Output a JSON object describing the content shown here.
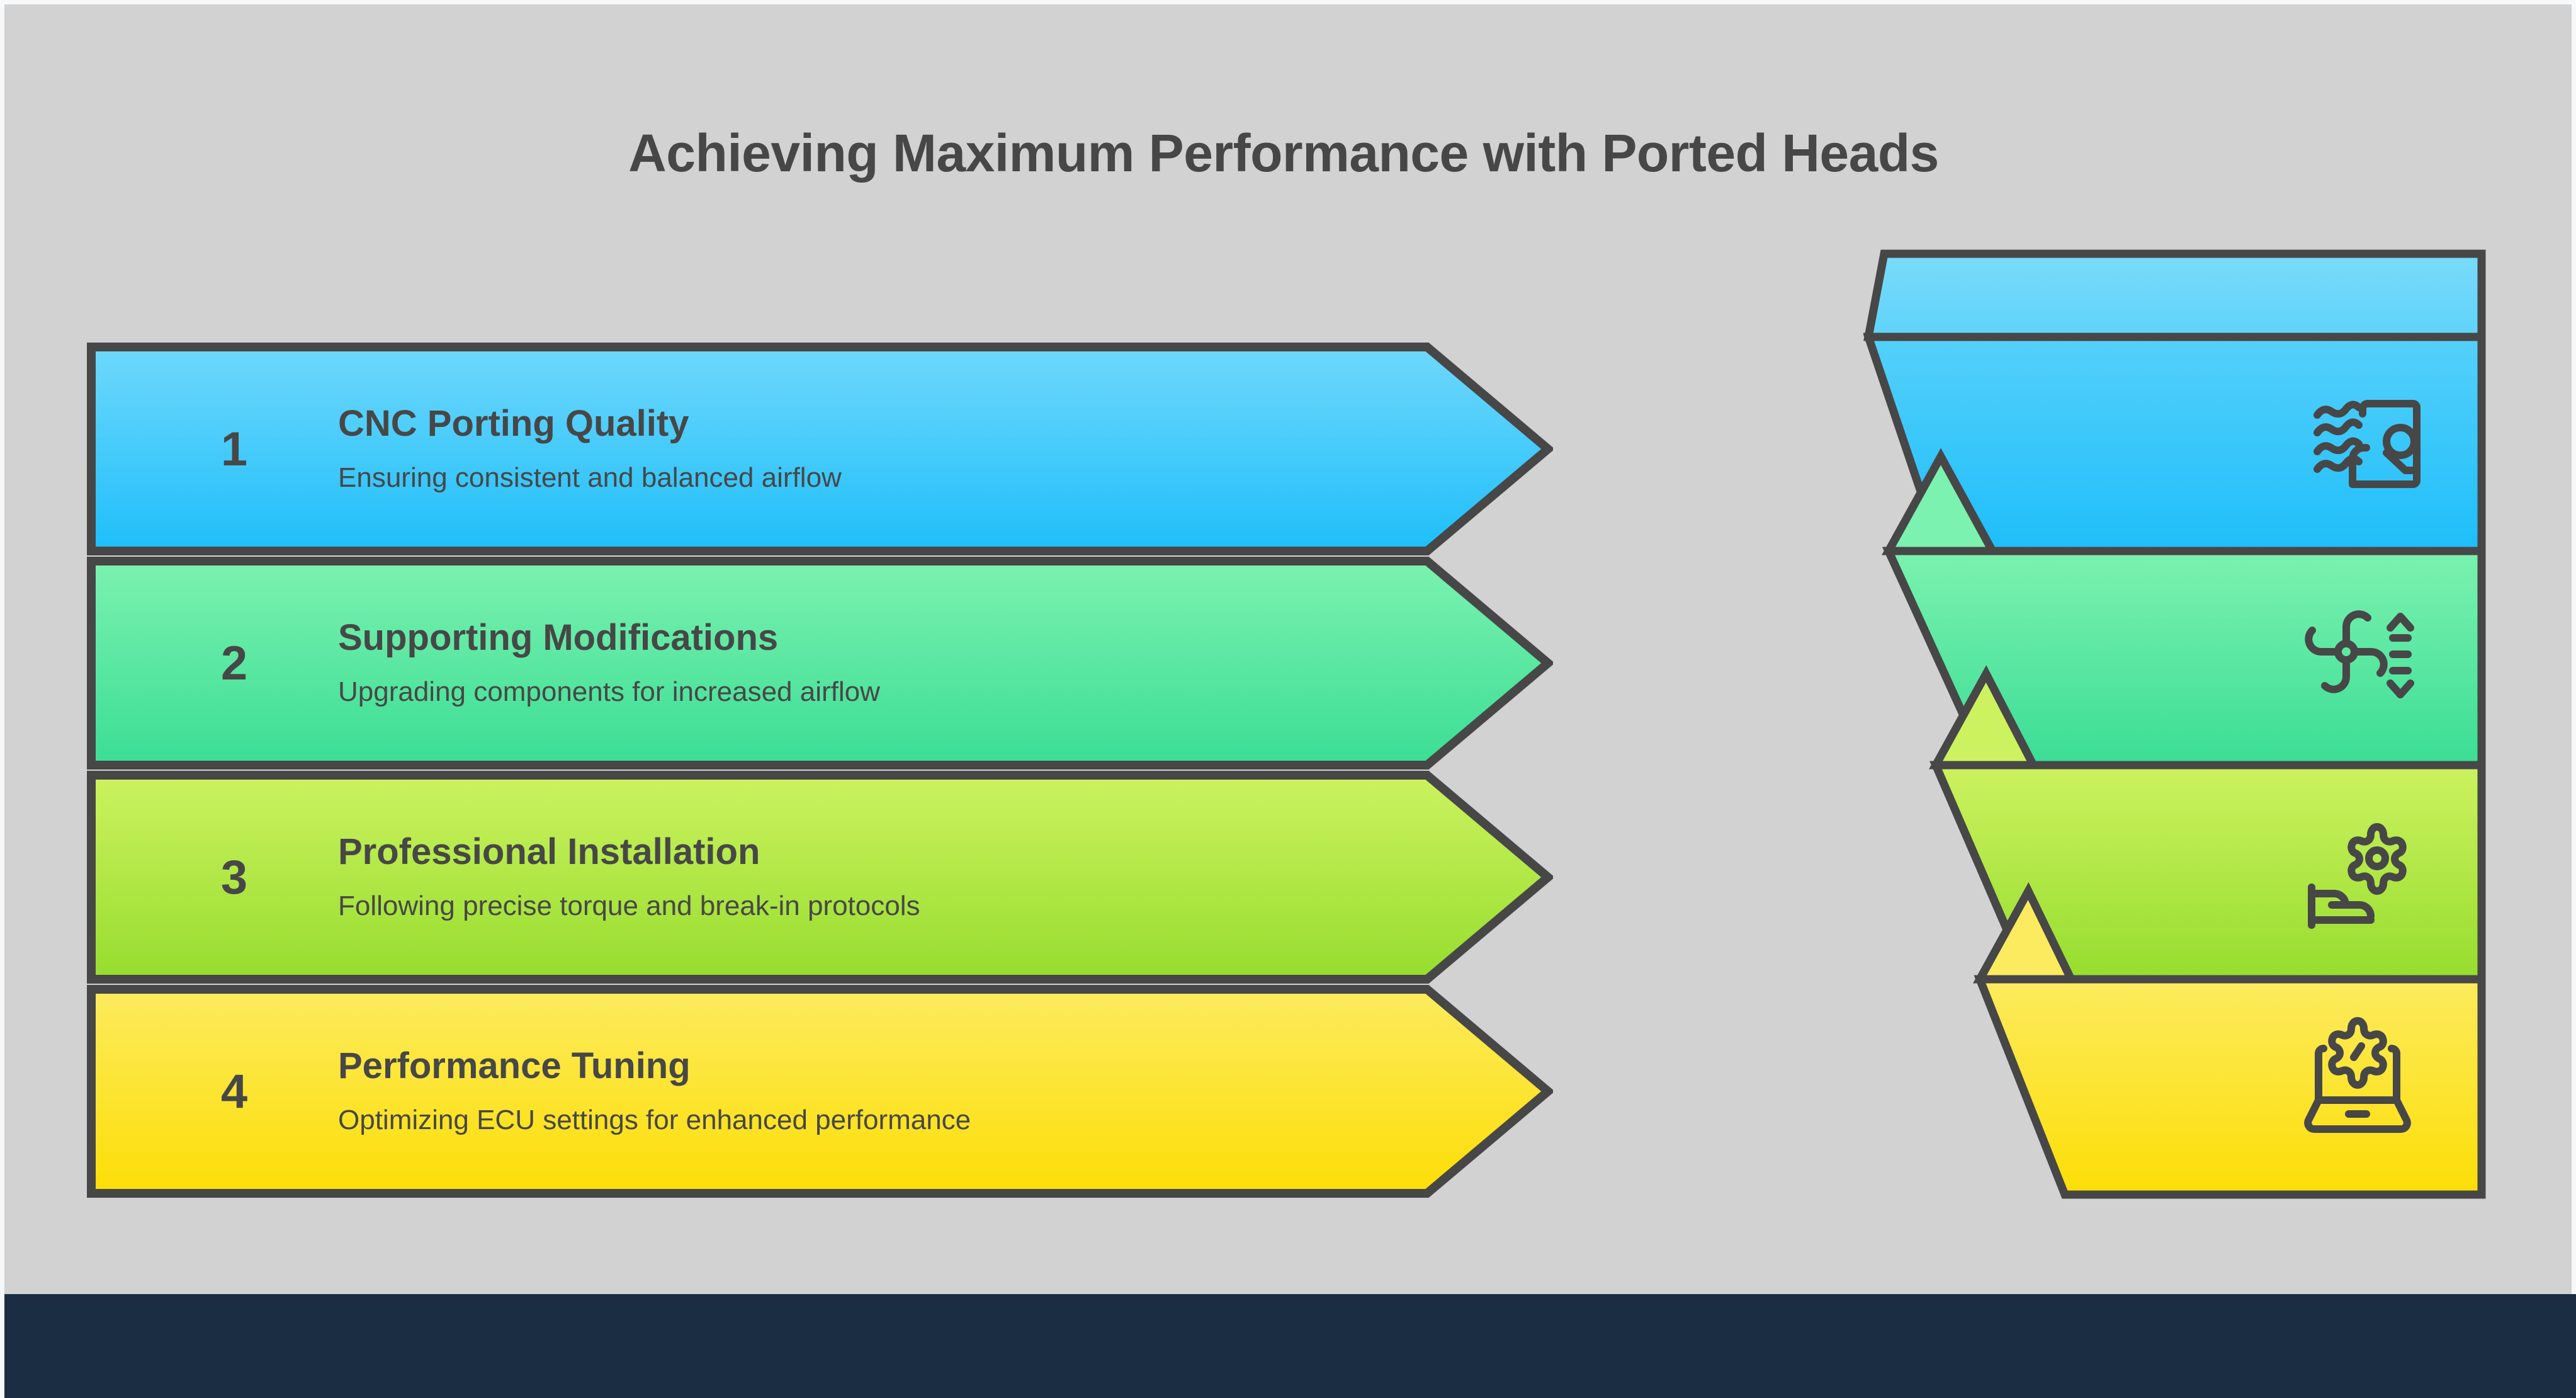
{
  "page": {
    "title": "Achieving Maximum Performance with Ported Heads",
    "background_color": "#D2D2D2",
    "frame_color": "#F7F8F9",
    "footer_color": "#1B2D42",
    "text_color": "#474747",
    "outline_color": "#474747"
  },
  "steps": [
    {
      "number": "1",
      "heading": "CNC Porting Quality",
      "subtext": "Ensuring consistent and balanced airflow",
      "color_start": "#6FD8FB",
      "color_end": "#1EBEFA",
      "icon": "airflow-panel-icon"
    },
    {
      "number": "2",
      "heading": "Supporting Modifications",
      "subtext": "Upgrading components for increased airflow",
      "color_start": "#7BF2AF",
      "color_end": "#3BDD95",
      "icon": "fan-scale-icon"
    },
    {
      "number": "3",
      "heading": "Professional Installation",
      "subtext": "Following precise torque and break-in protocols",
      "color_start": "#CCF25F",
      "color_end": "#96DD2E",
      "icon": "gear-wrench-icon"
    },
    {
      "number": "4",
      "heading": "Performance Tuning",
      "subtext": "Optimizing ECU settings for enhanced performance",
      "color_start": "#FCEB5E",
      "color_end": "#FCDE06",
      "icon": "laptop-gear-icon"
    }
  ],
  "funnel": {
    "cap_color_start": "#79DBFB",
    "cap_color_end": "#5FD3FA"
  }
}
